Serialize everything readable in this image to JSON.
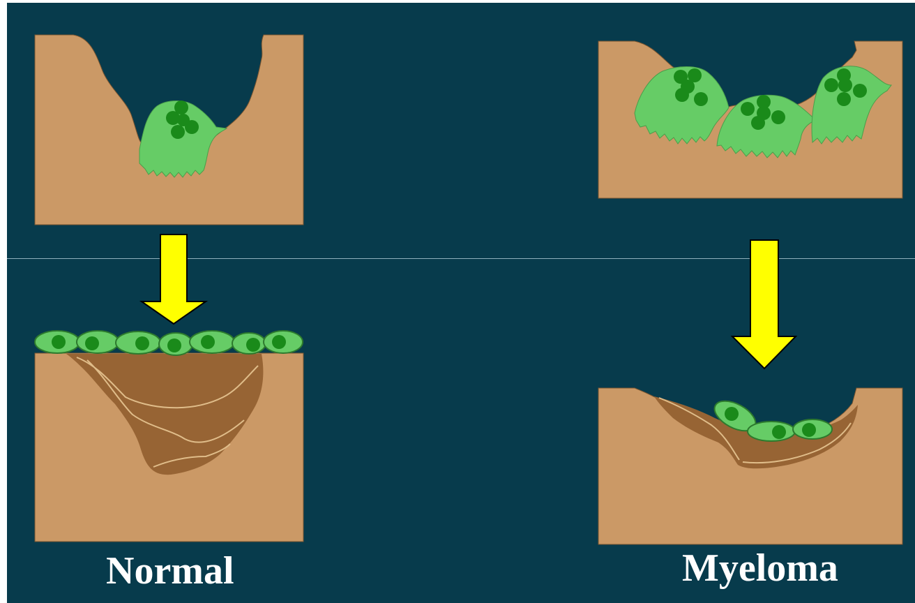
{
  "labels": {
    "normal": "Normal",
    "myeloma": "Myeloma"
  },
  "colors": {
    "background": "#073b4c",
    "bone": "#cb9966",
    "resorbed_bone": "#976434",
    "cell": "#66cc66",
    "nucleus": "#1a8a1a",
    "arrow": "#ffff00"
  },
  "panels": {
    "normal": {
      "osteoclasts": 1,
      "osteoblasts": 7
    },
    "myeloma": {
      "osteoclasts": 3,
      "osteoblasts": 3
    }
  }
}
